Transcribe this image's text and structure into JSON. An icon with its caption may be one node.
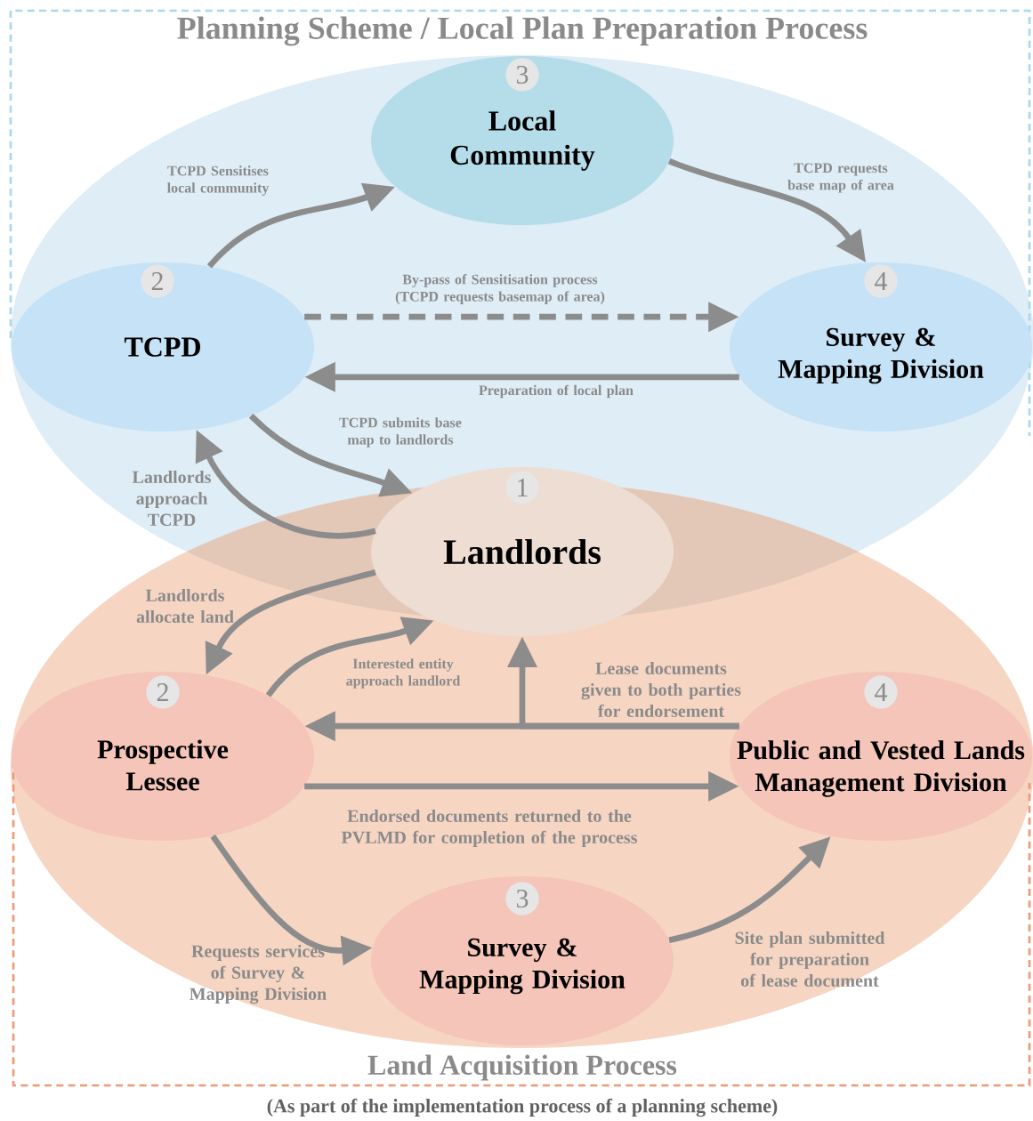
{
  "diagram": {
    "caption": "(As part of the implementation process of a planning scheme)",
    "nodes": [
      {
        "text": [
          "Local Community"
        ]
      },
      {
        "text": [
          "3"
        ],
        "in": 0
      },
      {
        "text": [
          "TCPD"
        ]
      },
      {
        "text": [
          "2"
        ],
        "in": 2
      },
      {
        "text": [
          "Survey & Mapping Division"
        ]
      },
      {
        "text": [
          "4"
        ],
        "in": 4
      },
      {
        "text": [
          "Landlords"
        ]
      },
      {
        "text": [
          "1"
        ],
        "in": 6
      },
      {
        "text": [
          "Prospective Lessee"
        ]
      },
      {
        "text": [
          "2"
        ],
        "in": 8
      },
      {
        "text": [
          "Public and Vested Lands Management Division"
        ]
      },
      {
        "text": [
          "4"
        ],
        "in": 10
      },
      {
        "text": [
          "Survey & Mapping Division"
        ]
      },
      {
        "text": [
          "3"
        ],
        "in": 12
      }
    ],
    "edges": [
      {
        "from": 2,
        "to": 0,
        "arrow": "to",
        "label": "TCPD Sensitises local community"
      },
      {
        "from": 0,
        "to": 4,
        "arrow": "to",
        "label": "TCPD requests base map of area"
      },
      {
        "from": 2,
        "to": 4,
        "arrow": "to",
        "style": "dashed",
        "label": "By-pass of Sensitisation process (TCPD requests basemap of area)"
      },
      {
        "from": 4,
        "to": 2,
        "arrow": "to",
        "label": "Preparation of local plan"
      },
      {
        "from": 2,
        "to": 6,
        "arrow": "to",
        "label": "TCPD submits base map to landlords"
      },
      {
        "from": 6,
        "to": 2,
        "arrow": "to",
        "label": "Landlords approach TCPD"
      },
      {
        "from": 6,
        "to": 8,
        "arrow": "to",
        "label": "Landlords allocate land"
      },
      {
        "from": 8,
        "to": 6,
        "arrow": "to",
        "label": "Interested entity approach landlord"
      },
      {
        "from": 10,
        "to": 8,
        "arrow": "to",
        "label": "Lease documents given to both parties for endorsement"
      },
      {
        "from": 10,
        "to": 6,
        "arrow": "to"
      },
      {
        "from": 8,
        "to": 10,
        "arrow": "to",
        "label": "Endorsed documents returned to the PVLMD for completion of the process"
      },
      {
        "from": 8,
        "to": 12,
        "arrow": "to",
        "label": "Requests services of Survey & Mapping Division"
      },
      {
        "from": 12,
        "to": 10,
        "arrow": "to",
        "label": "Site plan submitted for preparation of lease document"
      }
    ],
    "labels": [
      "Planning Scheme / Local Plan Preparation Process",
      "Land Acquisition Process"
    ]
  }
}
